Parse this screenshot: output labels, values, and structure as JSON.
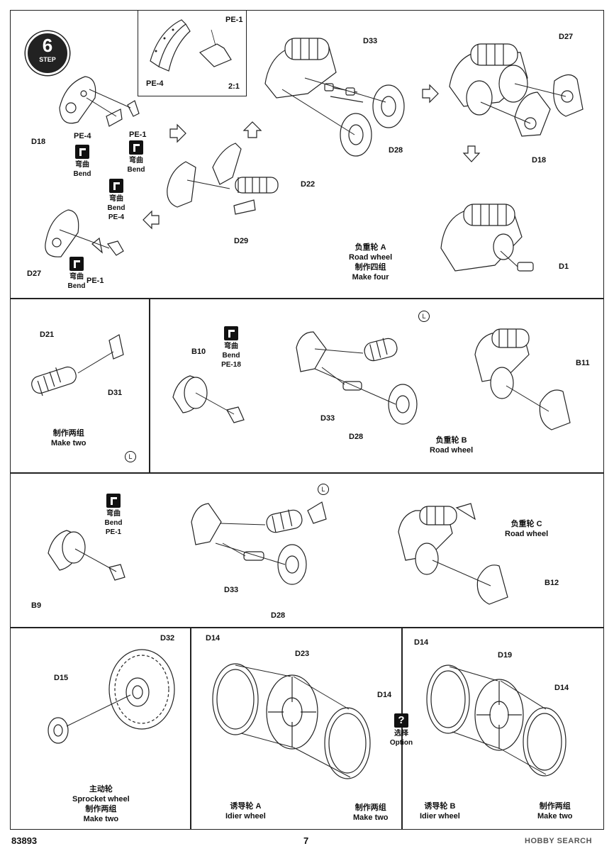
{
  "step": {
    "word": "STEP",
    "number": "6"
  },
  "detail_box": {
    "labels": [
      "PE-1",
      "PE-4"
    ],
    "scale": "2:1"
  },
  "step6": {
    "parts": [
      "D33",
      "D27",
      "D18",
      "PE-4",
      "PE-1",
      "D22",
      "D29",
      "D1",
      "D28"
    ],
    "bend_zh": "弯曲",
    "bend_en": "Bend",
    "bend_pe4": "PE-4",
    "caption_zh1": "负重轮 A",
    "caption_en1": "Road wheel",
    "caption_zh2": "制作四组",
    "caption_en2": "Make four"
  },
  "row2": {
    "parts": [
      "D21",
      "D31",
      "B10",
      "D33",
      "D28",
      "B11"
    ],
    "bend_part": "PE-18",
    "make_two_zh": "制作两组",
    "make_two_en": "Make two",
    "caption_zh": "负重轮 B",
    "caption_en": "Road wheel",
    "l_marker": "L"
  },
  "row3": {
    "parts": [
      "B9",
      "D33",
      "D28",
      "B12"
    ],
    "bend_part": "PE-1",
    "caption_zh": "负重轮 C",
    "caption_en": "Road wheel",
    "l_marker": "L"
  },
  "row4": {
    "sprocket": {
      "parts": [
        "D32",
        "D15"
      ],
      "zh": "主动轮",
      "en": "Sprocket wheel",
      "make_zh": "制作两组",
      "make_en": "Make two"
    },
    "idler_a": {
      "parts": [
        "D14",
        "D23",
        "D14"
      ],
      "zh": "诱导轮 A",
      "en": "Idier wheel",
      "make_zh": "制作两组",
      "make_en": "Make two"
    },
    "idler_b": {
      "parts": [
        "D14",
        "D19",
        "D14"
      ],
      "zh": "诱导轮 B",
      "en": "Idier wheel",
      "make_zh": "制作两组",
      "make_en": "Make two"
    },
    "option_zh": "选择",
    "option_en": "Option",
    "option_symbol": "?"
  },
  "footer": {
    "code": "83893",
    "page": "7"
  },
  "watermark": {
    "text": "HOBBY SEARCH"
  }
}
